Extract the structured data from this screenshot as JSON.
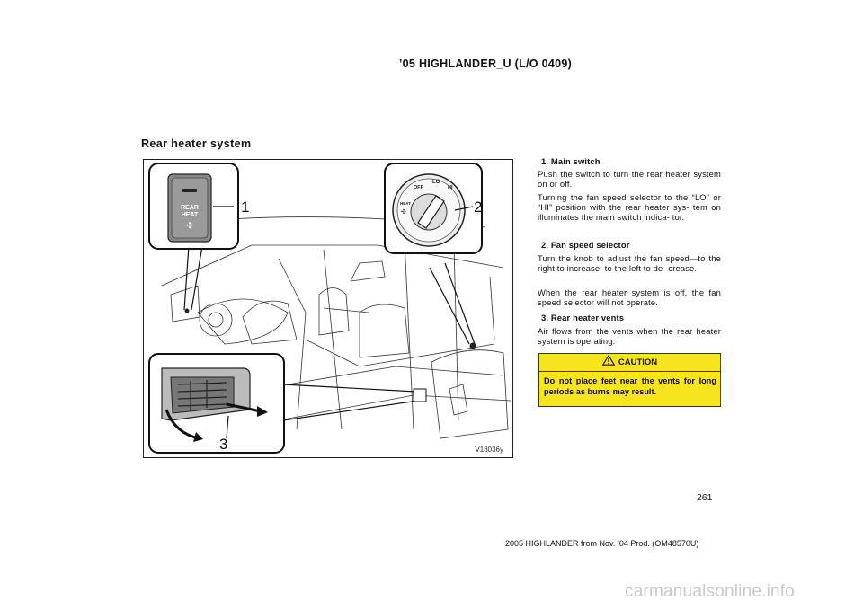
{
  "header": {
    "title": "’05 HIGHLANDER_U (L/O 0409)"
  },
  "section": {
    "title": "Rear heater system"
  },
  "figure": {
    "code": "V18036y",
    "callouts": [
      "1",
      "2",
      "3"
    ],
    "switch_label_line1": "REAR",
    "switch_label_line2": "HEAT",
    "knob_labels": {
      "off": "OFF",
      "lo": "LO",
      "hi": "HI",
      "heat": "HEAT"
    }
  },
  "items": [
    {
      "heading": "1. Main switch",
      "paragraphs": [
        "Push the switch to turn the rear heater system on or off.",
        "Turning the fan speed selector to the “LO” or “HI” position with the rear heater sys- tem on illuminates the main switch indica- tor."
      ]
    },
    {
      "heading": "2. Fan speed selector",
      "paragraphs": [
        "Turn the knob to adjust the fan speed—to the right to increase, to the left to de- crease.",
        "When the rear heater system is off, the fan speed selector will not operate."
      ]
    },
    {
      "heading": "3. Rear heater vents",
      "paragraphs": [
        "Air flows from the vents when the rear heater system is operating."
      ]
    }
  ],
  "caution": {
    "title": "CAUTION",
    "text": "Do not place feet near the vents for long periods as burns may result.",
    "color": "#f7e51b"
  },
  "page_number": "261",
  "footer": "2005 HIGHLANDER from Nov. ’04 Prod. (OM48570U)",
  "watermark": "carmanualsonline.info"
}
